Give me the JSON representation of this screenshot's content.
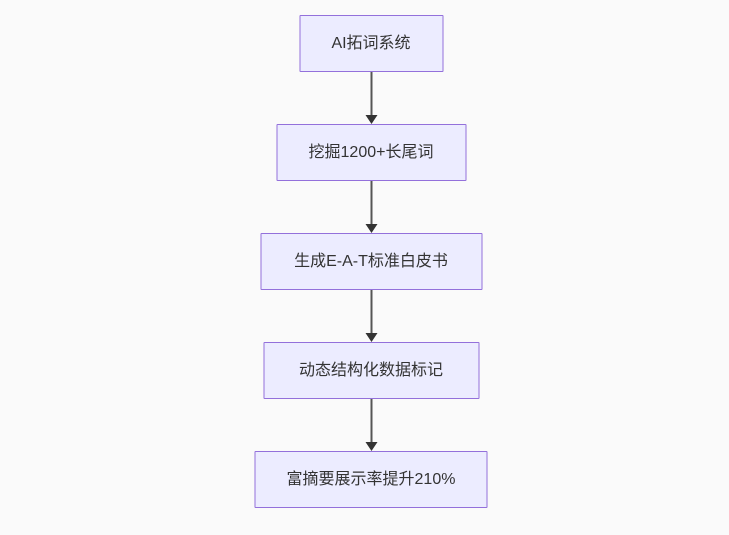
{
  "diagram": {
    "type": "flowchart",
    "direction": "top-down",
    "nodes": [
      {
        "id": "node-1",
        "label": "AI拓词系统"
      },
      {
        "id": "node-2",
        "label": "挖掘1200+长尾词"
      },
      {
        "id": "node-3",
        "label": "生成E-A-T标准白皮书"
      },
      {
        "id": "node-4",
        "label": "动态结构化数据标记"
      },
      {
        "id": "node-5",
        "label": "富摘要展示率提升210%"
      }
    ],
    "edges": [
      {
        "from": "node-1",
        "to": "node-2"
      },
      {
        "from": "node-2",
        "to": "node-3"
      },
      {
        "from": "node-3",
        "to": "node-4"
      },
      {
        "from": "node-4",
        "to": "node-5"
      }
    ],
    "colors": {
      "background": "#fafafa",
      "node_fill": "#ECECFF",
      "node_border": "#9370DB",
      "text": "#333333",
      "arrow_shaft": "#555555",
      "arrow_head": "#333333"
    }
  }
}
